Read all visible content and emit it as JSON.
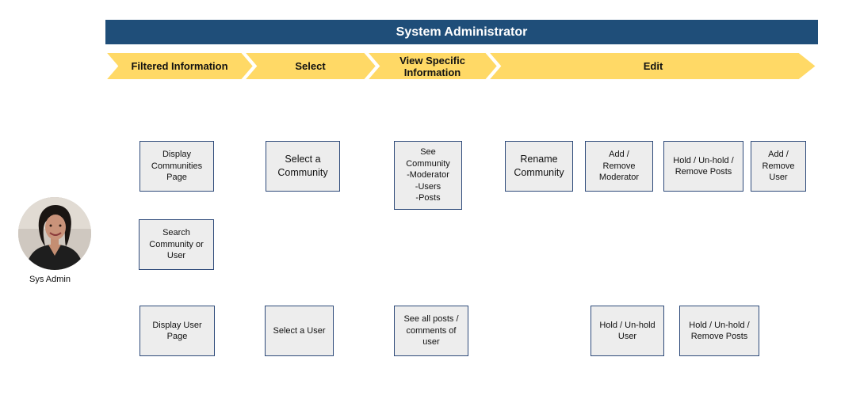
{
  "title": "System Administrator",
  "stages": [
    "Filtered Information",
    "Select",
    "View Specific\nInformation",
    "Edit"
  ],
  "actor": {
    "label": "Sys Admin",
    "icon": "person-photo"
  },
  "boxes": {
    "display_communities": "Display\nCommunities\nPage",
    "search": "Search\nCommunity or\nUser",
    "display_user": "Display User\nPage",
    "select_community": "Select a\nCommunity",
    "select_user": "Select a User",
    "see_community": "See\nCommunity\n-Moderator\n-Users\n-Posts",
    "see_posts": "See all posts /\ncomments of\nuser",
    "rename_community": "Rename\nCommunity",
    "add_remove_moderator": "Add /\nRemove\nModerator",
    "hold_posts_community": "Hold / Un-hold /\nRemove Posts",
    "add_remove_user": "Add /\nRemove\nUser",
    "hold_user": "Hold / Un-hold\nUser",
    "hold_posts_user": "Hold / Un-hold /\nRemove Posts"
  },
  "colors": {
    "banner": "#1f4e79",
    "chevron": "#ffd966",
    "box_fill": "#ededed",
    "box_border": "#2e4a7a"
  }
}
